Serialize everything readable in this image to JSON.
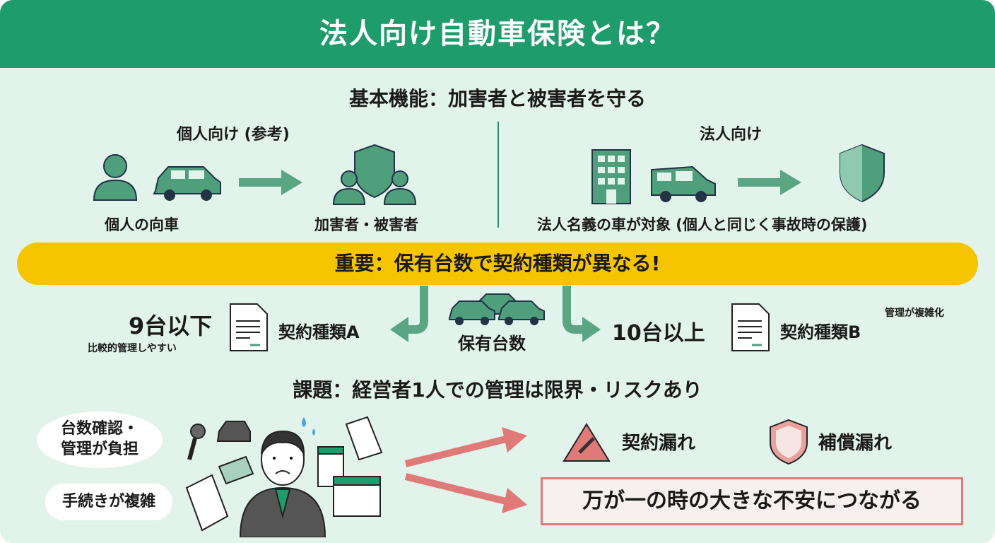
{
  "title": "法人向け自動車保険とは？",
  "section1": {
    "heading": "基本機能：加害者と被害者を守る",
    "personal": {
      "title": "個人向け (参考)",
      "left_label": "個人の向車",
      "right_label": "加害者・被害者"
    },
    "corporate": {
      "title": "法人向け",
      "label": "法人名義の車が対象 (個人と同じく事故時の保護)"
    }
  },
  "banner": "重要：保有台数で契約種類が異なる!",
  "section2": {
    "center_label": "保有台数",
    "left": {
      "count": "9台以下",
      "note": "比較的管理しやすい",
      "contract": "契約種類A"
    },
    "right": {
      "count": "10台以上",
      "note": "管理が複雑化",
      "contract": "契約種類B"
    }
  },
  "section3": {
    "heading": "課題：経営者1人での管理は限界・リスクあり",
    "bubble1": "台数確認・\n管理が負担",
    "bubble2": "手続きが複雑",
    "risk1": "契約漏れ",
    "risk2": "補償漏れ",
    "result": "万が一の時の大きな不安につながる"
  },
  "colors": {
    "header": "#1f9c6c",
    "icon": "#4f9e7c",
    "banner": "#f6c500",
    "alert": "#e07a78"
  }
}
